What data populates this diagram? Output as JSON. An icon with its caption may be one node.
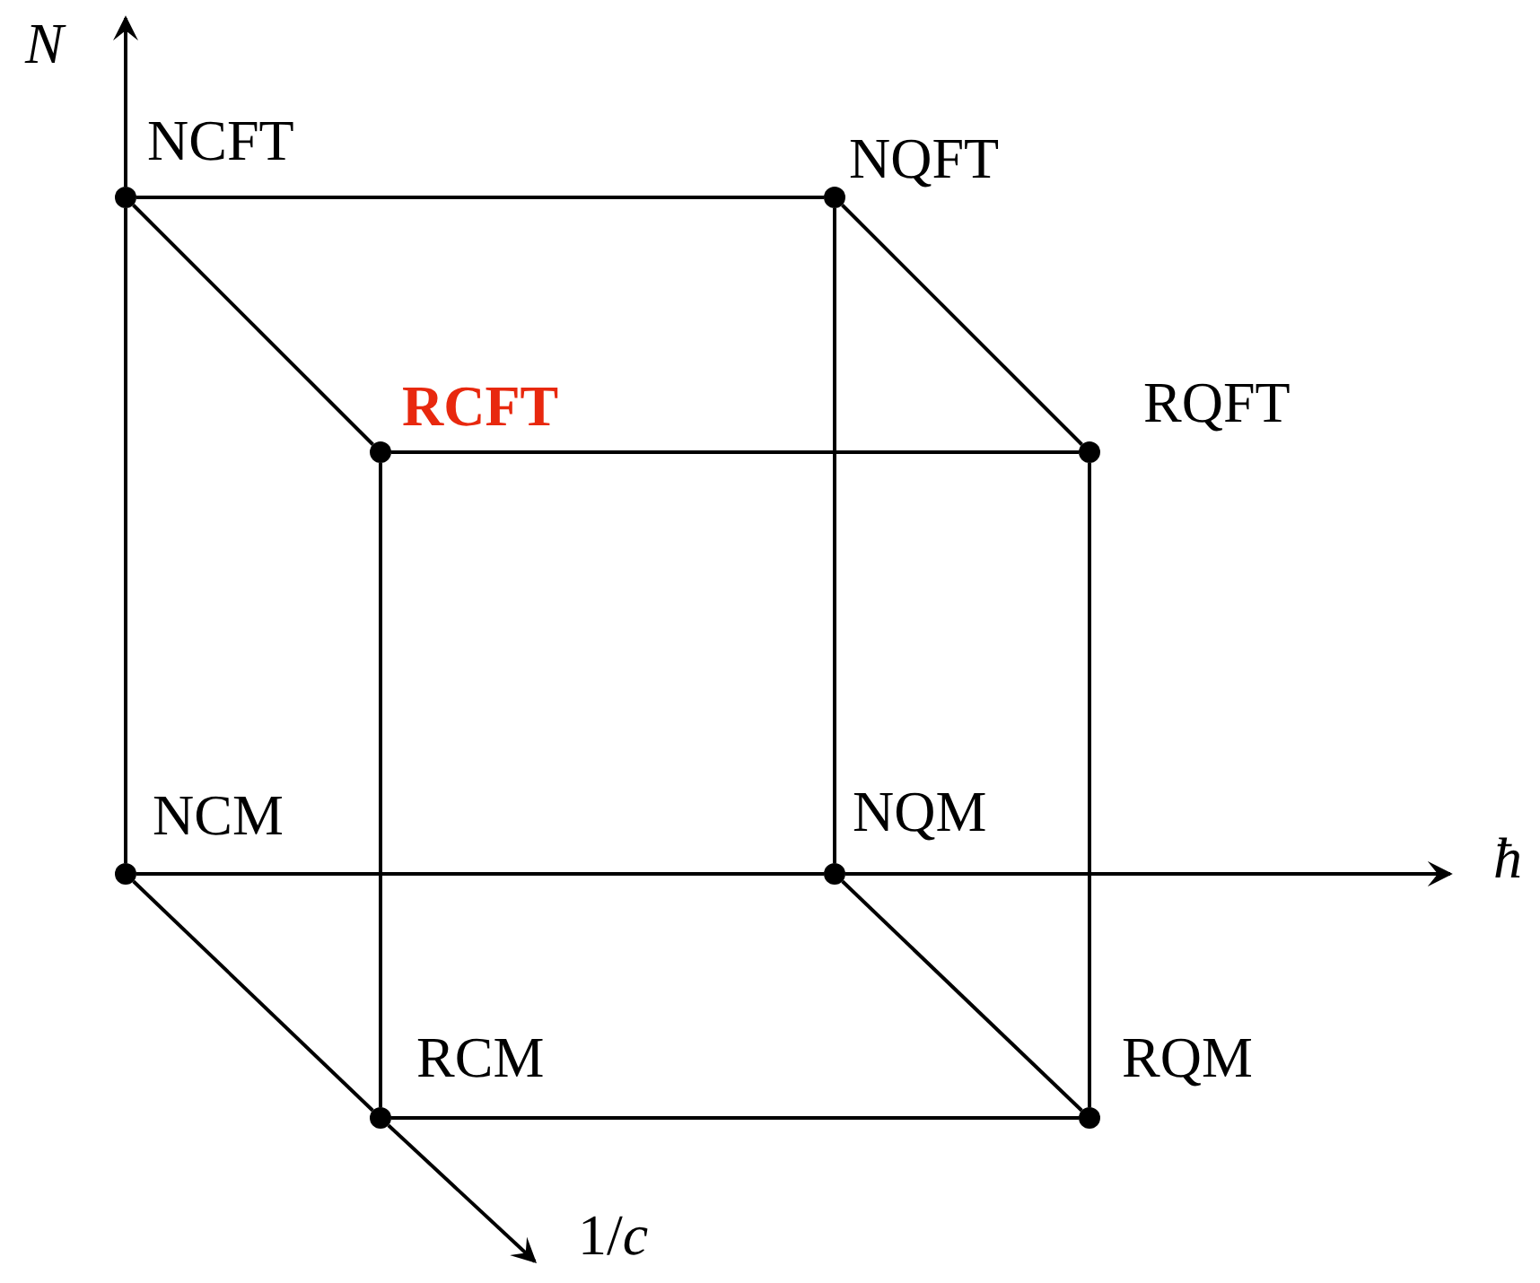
{
  "diagram": {
    "nodes": [
      {
        "text": [],
        "shape": "circle",
        "beside": [
          "NCFT"
        ]
      },
      {
        "text": [],
        "shape": "circle",
        "beside": [
          "NQFT"
        ]
      },
      {
        "text": [],
        "shape": "circle",
        "beside": [
          "RCFT"
        ]
      },
      {
        "text": [],
        "shape": "circle",
        "beside": [
          "RQFT"
        ]
      },
      {
        "text": [],
        "shape": "circle",
        "beside": [
          "NCM"
        ]
      },
      {
        "text": [],
        "shape": "circle",
        "beside": [
          "NQM"
        ]
      },
      {
        "text": [],
        "shape": "circle",
        "beside": [
          "RCM"
        ]
      },
      {
        "text": [],
        "shape": "circle",
        "beside": [
          "RQM"
        ]
      }
    ],
    "edges": [
      {
        "from": 0,
        "to": 1,
        "arrow": "none"
      },
      {
        "from": 0,
        "to": 2,
        "arrow": "none"
      },
      {
        "from": 0,
        "to": 4,
        "arrow": "none"
      },
      {
        "from": 1,
        "to": 3,
        "arrow": "none"
      },
      {
        "from": 1,
        "to": 5,
        "arrow": "none"
      },
      {
        "from": 2,
        "to": 3,
        "arrow": "none"
      },
      {
        "from": 2,
        "to": 6,
        "arrow": "none"
      },
      {
        "from": 3,
        "to": 7,
        "arrow": "none"
      },
      {
        "from": 4,
        "to": 5,
        "arrow": "none"
      },
      {
        "from": 4,
        "to": 6,
        "arrow": "none"
      },
      {
        "from": 5,
        "to": 7,
        "arrow": "none"
      },
      {
        "from": 6,
        "to": 7,
        "arrow": "none"
      }
    ],
    "labels": [
      "N",
      "ħ",
      "1/*c*"
    ]
  }
}
